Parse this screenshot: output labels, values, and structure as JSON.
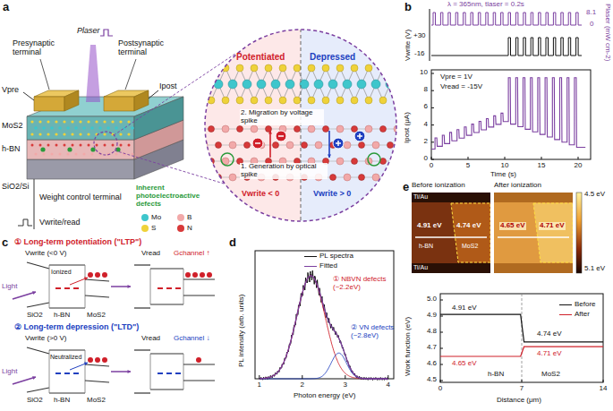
{
  "diagram": {
    "nodes": [
      {
        "text": [
          "Potentiated",
          "Depressed",
          "2. Migration by voltage spike",
          "1. Generation by optical spike",
          "Vwrite < 0",
          "Vwrite > 0"
        ]
      },
      {
        "text": [
          "Before ionization",
          "Ti/Au",
          "4.91 eV",
          "4.74 eV",
          "h-BN",
          "MoS2",
          "Ti/Au"
        ]
      },
      {
        "text": [
          "After ionization",
          "4.65 eV",
          "4.71 eV"
        ]
      }
    ],
    "labels": [
      "a",
      "Presynaptic terminal",
      "Postsynaptic terminal",
      "Plaser",
      "Vpre",
      "MoS2",
      "Ipost",
      "h-BN",
      "SiO2/Si",
      "Weight control terminal",
      "Inherent photoelectroactive defects",
      "Vwrite/read",
      "b",
      "λ = 365nm, tlaser = 0.2s",
      "Vwrite (V)",
      "+30",
      "-16",
      "Plaser (mW cm-2)",
      "8.1",
      "0",
      "Ipost (μA)",
      "Vpre = 1V",
      "Vread = -15V",
      "10",
      "8",
      "6",
      "4",
      "2",
      "0",
      "0",
      "5",
      "10",
      "15",
      "20",
      "Time (s)",
      "c",
      "① Long-term potentiation (\"LTP\")",
      "Vwrite (<0 V)",
      "Light",
      "Ionized",
      "Vread",
      "Gchannel ↑",
      "SiO2",
      "h-BN",
      "MoS2",
      "② Long-term depression (\"LTD\")",
      "Vwrite (>0 V)",
      "Light",
      "Neutralized",
      "Vread",
      "Gchannel ↓",
      "SiO2",
      "h-BN",
      "MoS2",
      "d",
      "PL intensity (arb. units)",
      "① NBVN defects (~2.2eV)",
      "② VN defects (~2.8eV)",
      "1",
      "2",
      "3",
      "4",
      "Photon energy (eV)",
      "e",
      "4.5 eV",
      "5.1 eV",
      "Work function (eV)",
      "5.0",
      "4.9",
      "4.8",
      "4.7",
      "4.6",
      "4.5",
      "0",
      "7",
      "14",
      "Distance (μm)",
      "4.91 eV",
      "4.74 eV",
      "4.65 eV",
      "4.71 eV",
      "h-BN",
      "MoS2"
    ],
    "legend": [
      {
        "text": "Mo",
        "color": "#3ec6cc"
      },
      {
        "text": "B",
        "color": "#f2a9a9"
      },
      {
        "text": "S",
        "color": "#efd23a"
      },
      {
        "text": "N",
        "color": "#d83a3a"
      },
      {
        "text": "PL spectra"
      },
      {
        "text": "Fitted"
      },
      {
        "text": "Before"
      },
      {
        "text": "After"
      }
    ]
  }
}
